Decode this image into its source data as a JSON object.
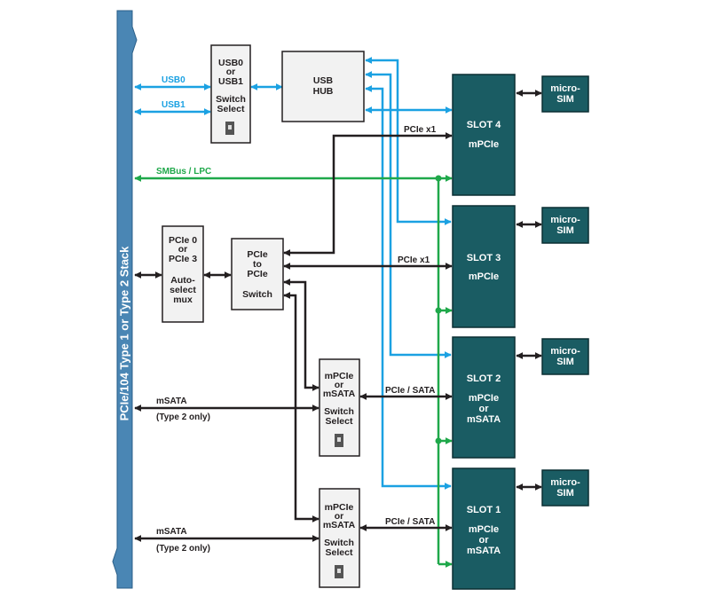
{
  "colors": {
    "bus_fill": "#4a86b4",
    "slot_fill": "#1a5c63",
    "usb_blue": "#1ba1e2",
    "smbus_green": "#1fa84a",
    "line_dark": "#231f20",
    "box_fill": "#f2f2f2"
  },
  "bus": {
    "label": "PCIe/104 Type 1 or Type 2 Stack"
  },
  "usb_switch": {
    "line1": "USB0",
    "line2": "or",
    "line3": "USB1",
    "line4": "Switch",
    "line5": "Select"
  },
  "usb_hub": {
    "line1": "USB",
    "line2": "HUB"
  },
  "mux": {
    "line1": "PCIe 0",
    "line2": "or",
    "line3": "PCIe 3",
    "line4": "Auto-",
    "line5": "select",
    "line6": "mux"
  },
  "pcie_switch": {
    "line1": "PCIe",
    "line2": "to",
    "line3": "PCIe",
    "line4": "Switch"
  },
  "msata_switch_upper": {
    "line1": "mPCIe",
    "line2": "or",
    "line3": "mSATA",
    "line4": "Switch",
    "line5": "Select"
  },
  "msata_switch_lower": {
    "line1": "mPCIe",
    "line2": "or",
    "line3": "mSATA",
    "line4": "Switch",
    "line5": "Select"
  },
  "slots": [
    {
      "title": "SLOT 4",
      "line2": "mPCIe",
      "line3": "",
      "line4": ""
    },
    {
      "title": "SLOT 3",
      "line2": "mPCIe",
      "line3": "",
      "line4": ""
    },
    {
      "title": "SLOT 2",
      "line2": "mPCIe",
      "line3": "or",
      "line4": "mSATA"
    },
    {
      "title": "SLOT 1",
      "line2": "mPCIe",
      "line3": "or",
      "line4": "mSATA"
    }
  ],
  "sims": [
    {
      "line1": "micro-",
      "line2": "SIM"
    },
    {
      "line1": "micro-",
      "line2": "SIM"
    },
    {
      "line1": "micro-",
      "line2": "SIM"
    },
    {
      "line1": "micro-",
      "line2": "SIM"
    }
  ],
  "labels": {
    "usb0": "USB0",
    "usb1": "USB1",
    "smbus": "SMBus / LPC",
    "pcie_x1_top": "PCIe x1",
    "pcie_x1_mid": "PCIe x1",
    "pcie_sata_2": "PCIe / SATA",
    "pcie_sata_1": "PCIe / SATA",
    "msata_upper": "mSATA",
    "msata_upper_note": "(Type 2 only)",
    "msata_lower": "mSATA",
    "msata_lower_note": "(Type 2 only)"
  }
}
